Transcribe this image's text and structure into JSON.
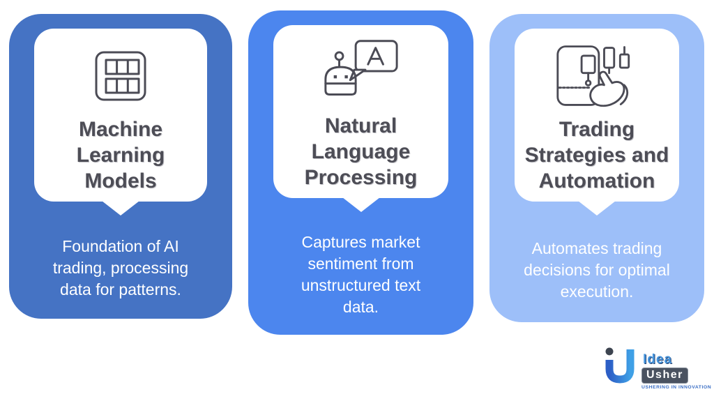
{
  "page": {
    "background": "#ffffff"
  },
  "cards": [
    {
      "title": "Machine\nLearning\nModels",
      "description": "Foundation of AI\ntrading, processing\ndata for patterns.",
      "accent": "#4573C4",
      "icon": "ml-models-grid-icon"
    },
    {
      "title": "Natural\nLanguage\nProcessing",
      "description": "Captures market\nsentiment from\nunstructured text\ndata.",
      "accent": "#4C86EE",
      "icon": "nlp-robot-chat-icon"
    },
    {
      "title": "Trading\nStrategies and\nAutomation",
      "description": "Automates trading\ndecisions for optimal\nexecution.",
      "accent": "#9DBFF9",
      "icon": "trading-automation-icon"
    }
  ],
  "styles": {
    "panel_white": "#FFFFFF",
    "title_gray": "#4D4D56",
    "description_white": "#FFFFFF",
    "icon_stroke_gray": "#4B4B55"
  },
  "logo": {
    "brand_top": "Idea",
    "brand_bottom": "Usher",
    "tagline": "USHERING IN INNOVATION",
    "colors": {
      "idea_blue": "#4795DC",
      "usher_box_slate": "#4A5260",
      "mark_dark_blue": "#2C5EC6",
      "mark_light_blue": "#3FA0E6",
      "mark_dot_slate": "#3D4450"
    }
  }
}
